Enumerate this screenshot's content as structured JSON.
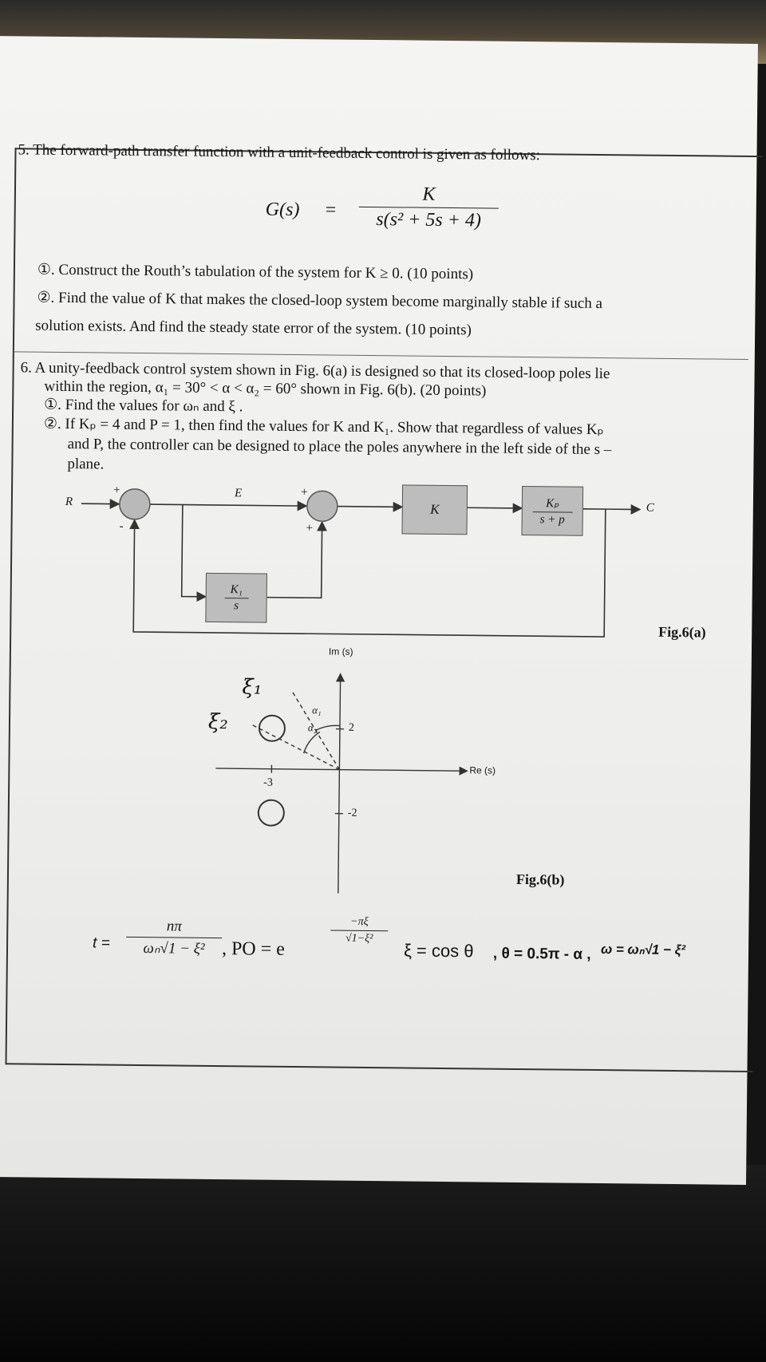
{
  "q5": {
    "title": "5. The forward-path transfer function with a unit-feedback control is given as follows:",
    "tf_lhs": "G(s)",
    "tf_eq": "=",
    "tf_num": "K",
    "tf_den": "s(s² + 5s + 4)",
    "item1_marker": "①",
    "item1": ". Construct the Routh’s tabulation of the system for K ≥ 0. (10 points)",
    "item2_marker": "②",
    "item2_line1": ". Find the value of K that makes the closed-loop system become marginally stable if such a",
    "item2_line2": "solution exists.   And find the steady state error of the system. (10 points)"
  },
  "q6": {
    "line1": "6. A unity-feedback control system shown in Fig. 6(a) is designed so that its closed-loop poles lie",
    "line2": "within the region, α₁ = 30° < α < α₂ = 60° shown in Fig. 6(b). (20 points)",
    "item1": "①. Find the values for  ωₙ and  ξ .",
    "item2_line1": "②. If Kₚ = 4 and P = 1, then find the values for K and K₁. Show that regardless of values Kₚ",
    "item2_line2": "and P, the controller can be designed to place the poles anywhere in the left side of the s –",
    "item2_line3": "plane."
  },
  "fig_a": {
    "R": "R",
    "E": "E",
    "C": "C",
    "plus1": "+",
    "minus1": "-",
    "plus2": "+",
    "plus3": "+",
    "block_K": "K",
    "block_Kp_num": "Kₚ",
    "block_Kp_den": "s + p",
    "block_K1_num": "K₁",
    "block_K1_den": "s",
    "caption": "Fig.6(a)"
  },
  "fig_b": {
    "im_label": "Im (s)",
    "re_label": "Re (s)",
    "tick_2": "2",
    "tick_m2": "-2",
    "tick_m3": "-3",
    "alpha1": "α₁",
    "alpha2": "α₂",
    "zeta1_hand": "ξ₁",
    "zeta2_hand": "ξ₂",
    "caption": "Fig.6(b)"
  },
  "formulas": {
    "t_lhs": "t =",
    "t_num": "nπ",
    "t_den": "ωₙ√1 − ξ²",
    "po": ", PO = e",
    "po_num": "−πξ",
    "po_den": "√1−ξ²",
    "zeta": "ξ = cos θ",
    "theta": ", θ = 0.5π - α ,",
    "omega": "ω = ωₙ√1 − ξ²"
  }
}
